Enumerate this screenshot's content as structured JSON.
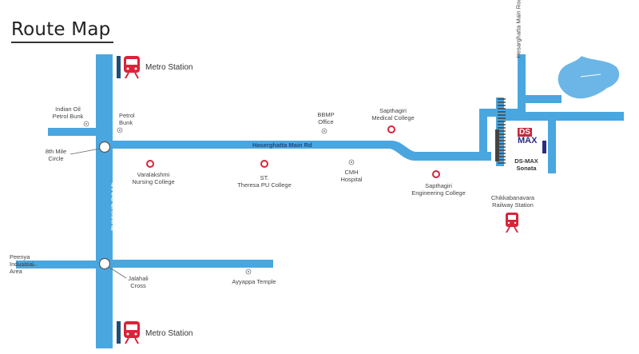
{
  "title": "Route Map",
  "colors": {
    "road": "#4aa6df",
    "road_edge": "#2f8fcb",
    "lake": "#6bb6e6",
    "metro": "#d9243a",
    "metro_bar": "#1f4d78",
    "poi_marker": "#d9243a",
    "rail": "#444444"
  },
  "roads": {
    "main": "Haserghatta Main Rd",
    "tumkur": "TUMKUR ROAD",
    "hesarghatta_vertical": "Hesarghatta Main Road"
  },
  "metro": {
    "top": "Metro Station",
    "bottom": "Metro Station"
  },
  "places": {
    "indian_oil_1": "Indian Oil",
    "indian_oil_2": "Petrol Bunk",
    "petrol_bunk_1": "Petrol",
    "petrol_bunk_2": "Bunk",
    "eighth_mile_1": "8th Mile",
    "eighth_mile_2": "Circle",
    "varalakshmi_1": "Varalakshmi",
    "varalakshmi_2": "Nursing College",
    "st_theresa_1": "ST.",
    "st_theresa_2": "Theresa PU College",
    "bbmp_1": "BBMP",
    "bbmp_2": "Office",
    "cmh_1": "CMH",
    "cmh_2": "Hospital",
    "sapthagiri_med_1": "Sapthagiri",
    "sapthagiri_med_2": "Medical College",
    "sapthagiri_eng_1": "Sapthagiri",
    "sapthagiri_eng_2": "Engineering College",
    "chikkabanavara_1": "Chikkabanavara",
    "chikkabanavara_2": "Railway Station",
    "dsmax_1": "DS-MAX",
    "dsmax_2": "Sonata",
    "peenya_1": "Peenya",
    "peenya_2": "Industrial",
    "peenya_3": "Area",
    "jalahali_1": "Jalahali",
    "jalahali_2": "Cross",
    "ayyappa": "Ayyappa Temple"
  },
  "logo": {
    "ds": "DS",
    "max": "MAX"
  }
}
